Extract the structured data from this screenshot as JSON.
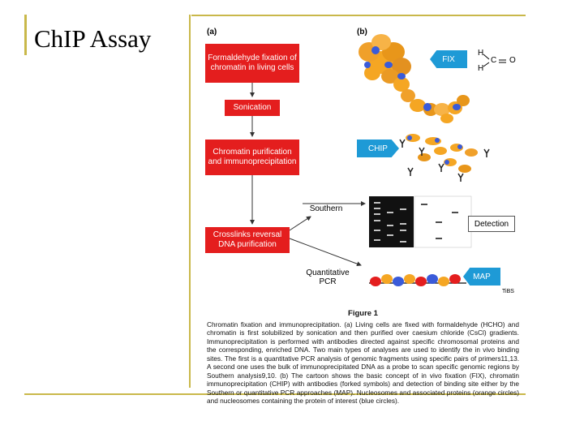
{
  "slide": {
    "title": "ChIP Assay"
  },
  "figure": {
    "panel_a": "(a)",
    "panel_b": "(b)",
    "steps": [
      "Formaldehyde fixation of chromatin in living cells",
      "Sonication",
      "Chromatin purification and immunoprecipitation",
      "Crosslinks reversal DNA purification"
    ],
    "branches": {
      "southern": "Southern",
      "pcr": "Quantitative PCR"
    },
    "callouts": {
      "fix": "FIX",
      "chip": "CHIP",
      "detection": "Detection",
      "map": "MAP"
    },
    "formula": {
      "h1": "H",
      "h2": "H",
      "c": "C",
      "o": "O"
    },
    "journal": "TiBS"
  },
  "caption": {
    "title": "Figure 1",
    "text": "Chromatin fixation and immunoprecipitation. (a) Living cells are fixed with formaldehyde (HCHO) and chromatin is first solubilized by sonication and then purified over caesium chloride (CsCl) gradients. Immunoprecipitation is performed with antibodies directed against specific chromosomal proteins and the corresponding, enriched DNA. Two main types of analyses are used to identify the in vivo binding sites. The first is a quantitative PCR analysis of genomic fragments using specific pairs of primers11,13. A second one uses the bulk of immunoprecipitated DNA as a probe to scan specific genomic regions by Southern analysis9,10. (b) The cartoon shows the basic concept of in vivo fixation (FIX), chromatin immunoprecipitation (CHIP) with antibodies (forked symbols) and detection of binding site either by the Southern or quantitative PCR approaches (MAP). Nucleosomes and associated proteins (orange circles) and nucleosomes containing the protein of interest (blue circles)."
  },
  "colors": {
    "step": "#e41e1e",
    "callout": "#1e9ad6",
    "nucleosome": "#f5a623",
    "target": "#3a5bd9",
    "accent": "#c9b84a"
  }
}
